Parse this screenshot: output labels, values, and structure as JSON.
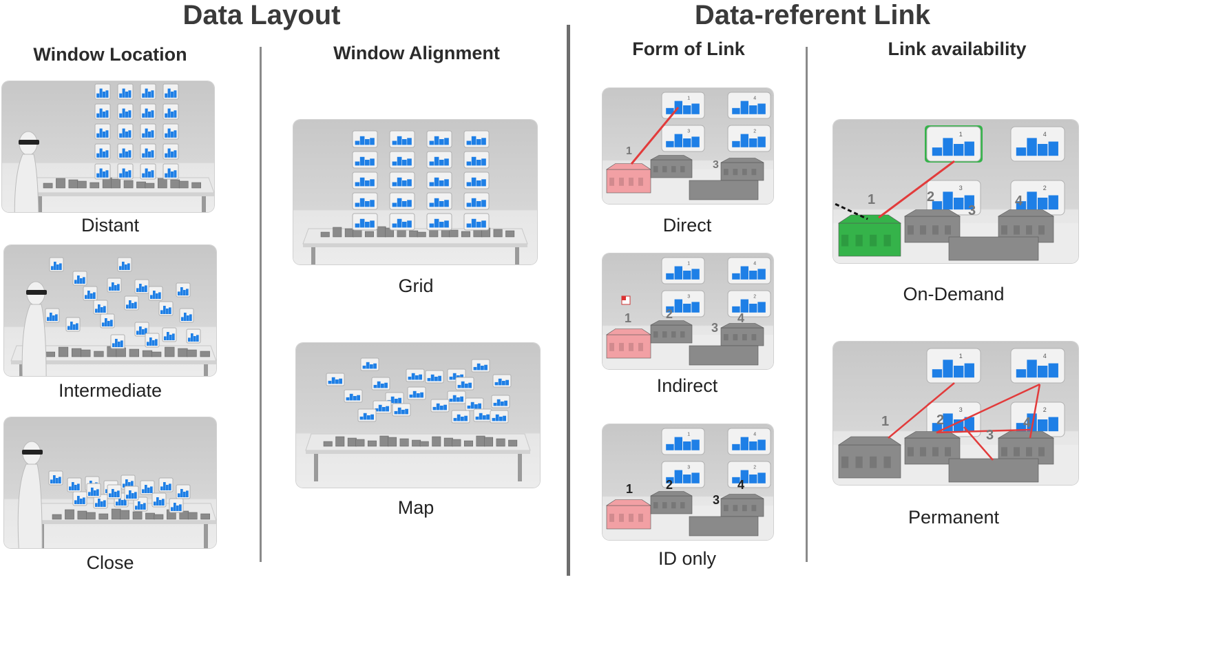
{
  "sections": {
    "data_layout": "Data Layout",
    "data_referent_link": "Data-referent Link"
  },
  "columns": {
    "window_location": "Window Location",
    "window_alignment": "Window Alignment",
    "form_of_link": "Form of Link",
    "link_availability": "Link availability"
  },
  "captions": {
    "distant": "Distant",
    "intermediate": "Intermediate",
    "close": "Close",
    "grid": "Grid",
    "map": "Map",
    "direct": "Direct",
    "indirect": "Indirect",
    "id_only": "ID only",
    "on_demand": "On-Demand",
    "permanent": "Permanent"
  },
  "colors": {
    "chart_blue": "#1e7fe6",
    "referent_pink": "#f2a0a4",
    "referent_green": "#35b34a",
    "link_red": "#e23b3b",
    "building_gray": "#8a8a8a"
  },
  "ids": [
    "1",
    "2",
    "3",
    "4"
  ]
}
